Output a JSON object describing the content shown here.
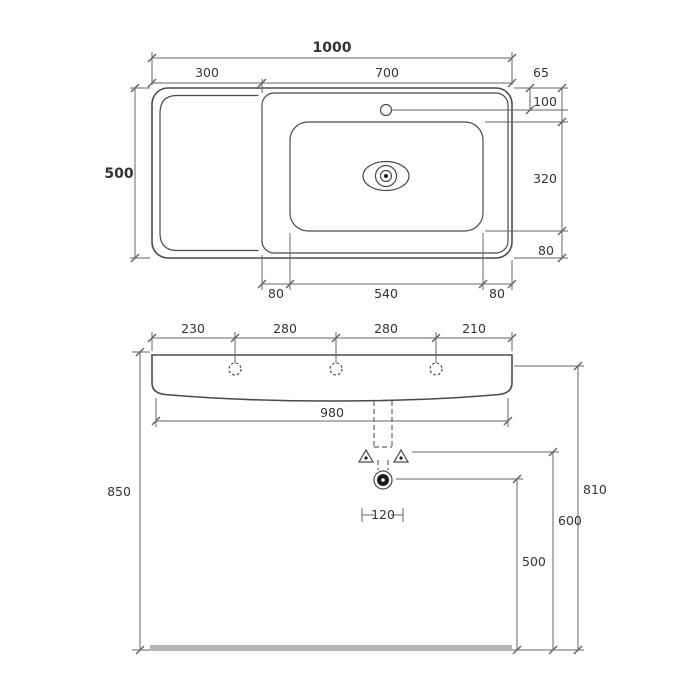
{
  "colors": {
    "line": "#4a4a4a",
    "dim": "#666666",
    "text": "#333333",
    "floor": "#b5b5b5"
  },
  "top_view": {
    "overall_width": "1000",
    "shelf_width": "300",
    "basin_width": "700",
    "depth": "500",
    "tap_hole_offset": "65",
    "bowl_top_offset": "100",
    "bowl_depth": "320",
    "bowl_bottom_offset": "80",
    "bowl_left_offset": "80",
    "bowl_width": "540",
    "bowl_right_offset": "80"
  },
  "front_view": {
    "hole_left_offset": "230",
    "hole_spacing_1": "280",
    "hole_spacing_2": "280",
    "hole_right_offset": "210",
    "underside_width": "980",
    "rim_height": "850",
    "underside_height": "810",
    "trap_inlet_height": "600",
    "outlet_height": "500",
    "outlet_offset": "120"
  }
}
